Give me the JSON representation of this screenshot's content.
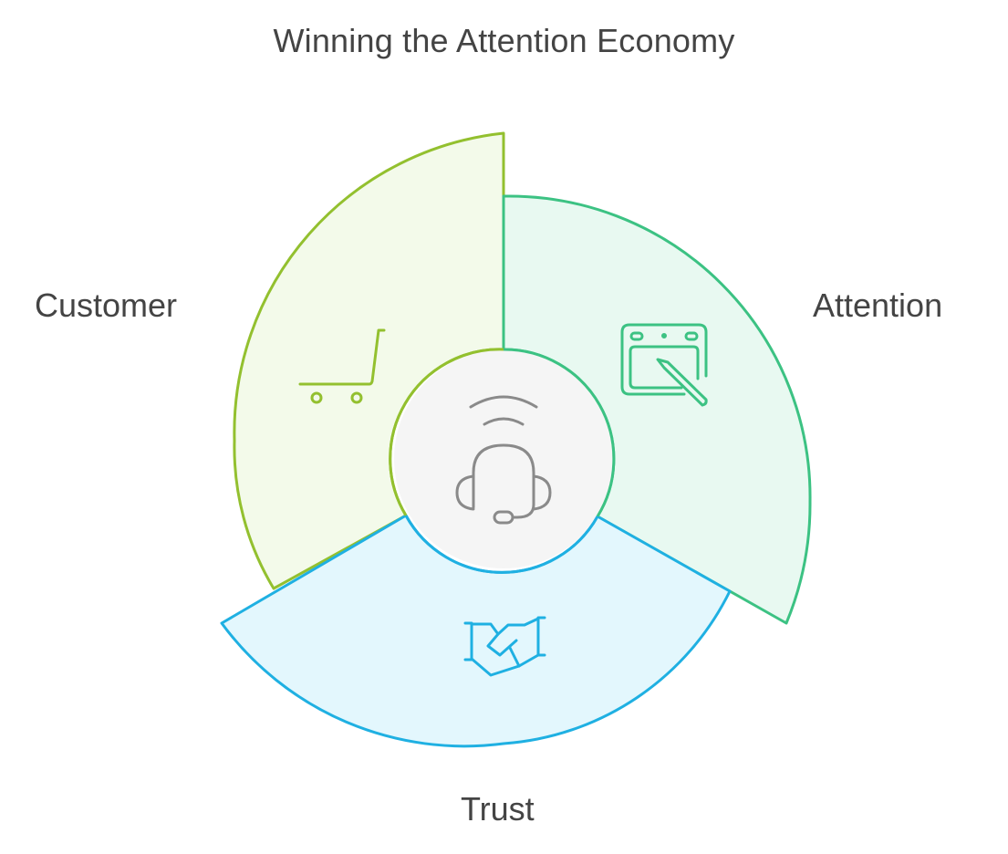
{
  "title": "Winning the Attention Economy",
  "center": {
    "icon": "headset-support-icon"
  },
  "segments": [
    {
      "label": "Customer",
      "icon": "shopping-cart-icon",
      "stroke": "#93c02f",
      "fill": "#f3faea"
    },
    {
      "label": "Attention",
      "icon": "drawing-tablet-icon",
      "stroke": "#3cc283",
      "fill": "#e8f9f1"
    },
    {
      "label": "Trust",
      "icon": "handshake-icon",
      "stroke": "#1fb0e2",
      "fill": "#e3f7fd"
    }
  ],
  "colors": {
    "text": "#444444",
    "center_fill": "#f5f5f5",
    "center_icon": "#8a8a8a"
  }
}
